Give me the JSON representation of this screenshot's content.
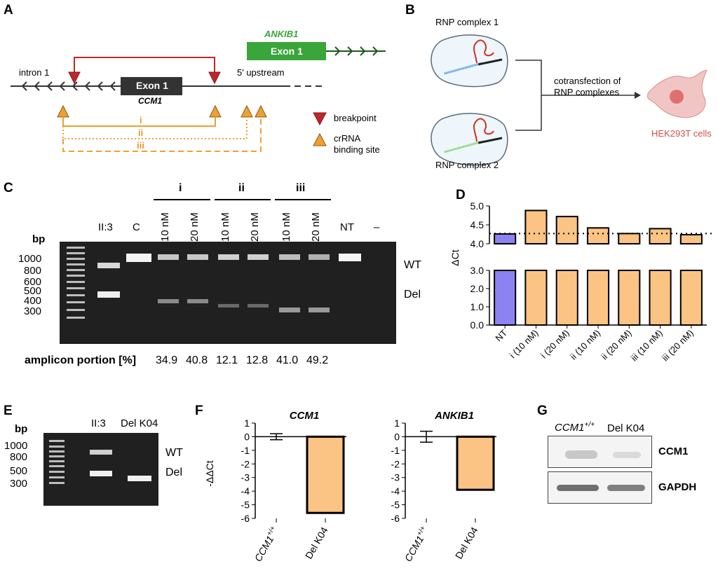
{
  "panels": {
    "a": "A",
    "b": "B",
    "c": "C",
    "d": "D",
    "e": "E",
    "f": "F",
    "g": "G"
  },
  "panel_a": {
    "ankib1": "ANKIB1",
    "exon_label": "Exon 1",
    "ccm1": "CCM1",
    "intron": "intron 1",
    "upstream": "5' upstream",
    "pair_i": "i",
    "pair_ii": "ii",
    "pair_iii": "iii",
    "legend_breakpoint": "breakpoint",
    "legend_crrna_1": "crRNA",
    "legend_crrna_2": "binding site",
    "colors": {
      "breakpoint": "#c0272d",
      "crrna": "#f0a030",
      "exon_ccm1": "#333333",
      "exon_ankib1": "#3aa53a"
    }
  },
  "panel_b": {
    "rnp1": "RNP complex 1",
    "rnp2": "RNP complex 2",
    "cotransfection_1": "cotransfection of",
    "cotransfection_2": "RNP complexes",
    "cells": "HEK293T cells"
  },
  "panel_c": {
    "bp": "bp",
    "ladder": [
      "1000",
      "800",
      "600",
      "500",
      "400",
      "300"
    ],
    "lanes": [
      "II:3",
      "C",
      "10 nM",
      "20 nM",
      "10 nM",
      "20 nM",
      "10 nM",
      "20 nM",
      "NT",
      "–"
    ],
    "groups": [
      "i",
      "ii",
      "iii"
    ],
    "wt": "WT",
    "del": "Del",
    "amplicon_label": "amplicon portion [%]",
    "amplicon_values": [
      "34.9",
      "40.8",
      "12.1",
      "12.8",
      "41.0",
      "49.2"
    ]
  },
  "panel_e": {
    "bp": "bp",
    "ladder": [
      "1000",
      "800",
      "500",
      "300"
    ],
    "lanes": [
      "II:3",
      "Del K04"
    ],
    "wt": "WT",
    "del": "Del"
  },
  "panel_g": {
    "lane1": "CCM1",
    "lane1_sup": "+/+",
    "lane2": "Del K04",
    "band1": "CCM1",
    "band2": "GAPDH"
  },
  "chart_data": [
    {
      "type": "bar",
      "panel": "D",
      "ylabel": "ΔCt",
      "categories": [
        "NT",
        "i (10 nM)",
        "i (20 nM)",
        "ii (10 nM)",
        "ii (20 nM)",
        "iii (10 nM)",
        "iii (20 nM)"
      ],
      "values": [
        4.26,
        4.88,
        4.72,
        4.42,
        4.27,
        4.4,
        4.24
      ],
      "ylim": [
        0,
        5.0
      ],
      "axis_break": [
        3.0,
        4.0
      ],
      "lower_ticks": [
        "0.0",
        "1.0",
        "2.0",
        "3.0"
      ],
      "upper_ticks": [
        "4.0",
        "4.5",
        "5.0"
      ],
      "reference_line": 4.27,
      "colors": {
        "NT": "#8c82f2",
        "treated": "#fbc384"
      }
    },
    {
      "type": "bar",
      "panel": "F",
      "title": "CCM1",
      "ylabel": "-ΔΔCt",
      "categories": [
        "CCM1+/+",
        "Del K04"
      ],
      "values": [
        0.0,
        -5.6
      ],
      "error": [
        0.22,
        null
      ],
      "ylim": [
        -6,
        1
      ],
      "ticks": [
        "1",
        "0",
        "-1",
        "-2",
        "-3",
        "-4",
        "-5",
        "-6"
      ],
      "color": "#fbc384"
    },
    {
      "type": "bar",
      "panel": "F",
      "title": "ANKIB1",
      "categories": [
        "CCM1+/+",
        "Del K04"
      ],
      "values": [
        0.0,
        -3.9
      ],
      "error": [
        0.4,
        null
      ],
      "ylim": [
        -6,
        1
      ],
      "ticks": [
        "1",
        "0",
        "-1",
        "-2",
        "-3",
        "-4",
        "-5",
        "-6"
      ],
      "color": "#fbc384"
    }
  ]
}
